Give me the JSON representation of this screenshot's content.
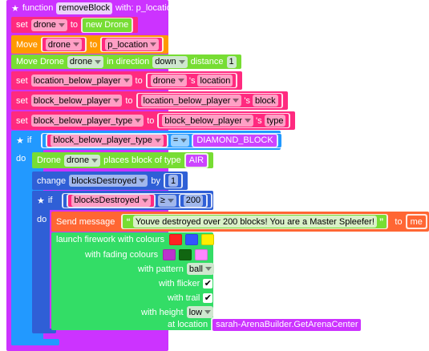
{
  "colors": {
    "function": "#cc33ff",
    "variable": "#ff2a7f",
    "drone": "#ff9900",
    "droneAction": "#77dd33",
    "logic": "#2299ff",
    "math": "#2f5fd6",
    "message": "#ff6633",
    "firework": "#33dd66",
    "string": "#cc44ff"
  },
  "function_header": {
    "keyword": "function",
    "name": "removeBlock",
    "with": "with: p_location"
  },
  "set_drone": {
    "set": "set",
    "var": "drone",
    "to": "to",
    "value": "new Drone"
  },
  "move_drone": {
    "label": "Move",
    "var": "drone",
    "to": "to",
    "value": "p_location"
  },
  "move_direction": {
    "label": "Move Drone",
    "var": "drone",
    "in_direction": "in direction",
    "direction": "down",
    "distance_label": "distance",
    "distance": "1"
  },
  "set_location": {
    "set": "set",
    "var": "location_below_player",
    "to": "to",
    "obj": "drone",
    "apostrophe": "'s",
    "prop": "location"
  },
  "set_block": {
    "set": "set",
    "var": "block_below_player",
    "to": "to",
    "obj": "location_below_player",
    "apostrophe": "'s",
    "prop": "block"
  },
  "set_block_type": {
    "set": "set",
    "var": "block_below_player_type",
    "to": "to",
    "obj": "block_below_player",
    "apostrophe": "'s",
    "prop": "type"
  },
  "if_block": {
    "if": "if",
    "left": "block_below_player_type",
    "op": "=",
    "right": "DIAMOND_BLOCK",
    "do": "do"
  },
  "drone_place": {
    "label": "Drone",
    "var": "drone",
    "text": "places block of type",
    "value": "AIR"
  },
  "change_counter": {
    "label": "change",
    "var": "blocksDestroyed",
    "by": "by",
    "amount": "1"
  },
  "inner_if": {
    "if": "if",
    "left": "blocksDestroyed",
    "op": "≥",
    "right": "200",
    "do": "do"
  },
  "send_message": {
    "label": "Send message",
    "open_quote": "“",
    "text": "Youve destroyed over 200 blocks! You are a Master Spleefer!",
    "close_quote": "”",
    "to": "to",
    "target": "me"
  },
  "firework": {
    "launch_label": "launch firework with colours",
    "launch_colors": [
      "#ff2222",
      "#3355ff",
      "#ffee00"
    ],
    "fading_label": "with fading colours",
    "fading_colors": [
      "#bb33cc",
      "#116611",
      "#ff88ff"
    ],
    "pattern_label": "with pattern",
    "pattern": "ball",
    "flicker_label": "with flicker",
    "flicker": "✔",
    "trail_label": "with trail",
    "trail": "✔",
    "height_label": "with height",
    "height": "low",
    "location_label": "at location",
    "location": "sarah-ArenaBuilder.GetArenaCenter"
  }
}
